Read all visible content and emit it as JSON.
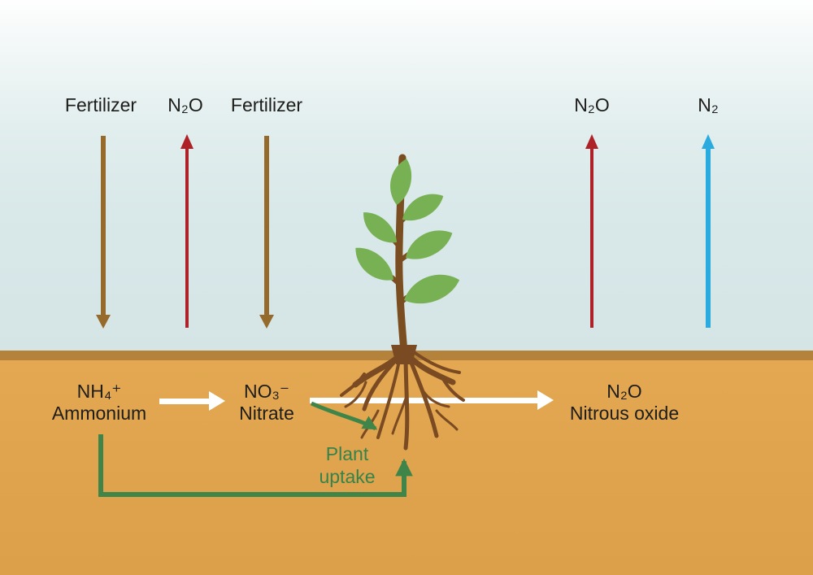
{
  "colors": {
    "sky_top": "#fefefe",
    "sky_bottom": "#d5e5e6",
    "soil_band": "#b5823c",
    "soil_top": "#e3a851",
    "soil_bottom": "#dc9f4a",
    "fertilizer_arrow": "#956a2a",
    "n2o_arrow": "#ae2227",
    "n2_arrow": "#2aabe0",
    "white_arrow": "#ffffff",
    "uptake_arrow": "#3f8549",
    "uptake_text": "#35834a",
    "text_dark": "#1d1d1b",
    "stem_brown": "#7b4e21",
    "root_brown": "#7a4a22",
    "leaf_green": "#77b153"
  },
  "atmosphere": {
    "fertilizer_1": "Fertilizer",
    "n2o_up_1": "N₂O",
    "fertilizer_2": "Fertilizer",
    "n2o_up_2": "N₂O",
    "n2_up": "N₂"
  },
  "soil": {
    "ammonium_formula": "NH₄⁺",
    "ammonium_name": "Ammonium",
    "nitrate_formula": "NO₃⁻",
    "nitrate_name": "Nitrate",
    "nitrous_oxide_formula": "N₂O",
    "nitrous_oxide_name": "Nitrous oxide",
    "plant_uptake_line1": "Plant",
    "plant_uptake_line2": "uptake"
  },
  "arrows": [
    {
      "id": "fertilizer-input-left",
      "label": "Fertilizer",
      "direction": "down",
      "color_key": "fertilizer_arrow"
    },
    {
      "id": "n2o-emission-left",
      "label": "N₂O",
      "direction": "up",
      "color_key": "n2o_arrow"
    },
    {
      "id": "fertilizer-input-center",
      "label": "Fertilizer",
      "direction": "down",
      "color_key": "fertilizer_arrow"
    },
    {
      "id": "n2o-emission-right",
      "label": "N₂O",
      "direction": "up",
      "color_key": "n2o_arrow"
    },
    {
      "id": "n2-emission",
      "label": "N₂",
      "direction": "up",
      "color_key": "n2_arrow"
    },
    {
      "id": "ammonium-to-nitrate",
      "from": "NH₄⁺ Ammonium",
      "to": "NO₃⁻ Nitrate",
      "direction": "right",
      "color_key": "white_arrow"
    },
    {
      "id": "nitrate-to-nitrous-oxide",
      "from": "NO₃⁻ Nitrate",
      "to": "N₂O Nitrous oxide",
      "direction": "right",
      "color_key": "white_arrow"
    },
    {
      "id": "nitrate-plant-uptake",
      "from": "NO₃⁻ Nitrate",
      "to": "plant roots",
      "label": "Plant uptake",
      "color_key": "uptake_arrow"
    },
    {
      "id": "ammonium-plant-uptake",
      "from": "NH₄⁺ Ammonium",
      "to": "plant roots",
      "label": "Plant uptake",
      "color_key": "uptake_arrow"
    }
  ]
}
